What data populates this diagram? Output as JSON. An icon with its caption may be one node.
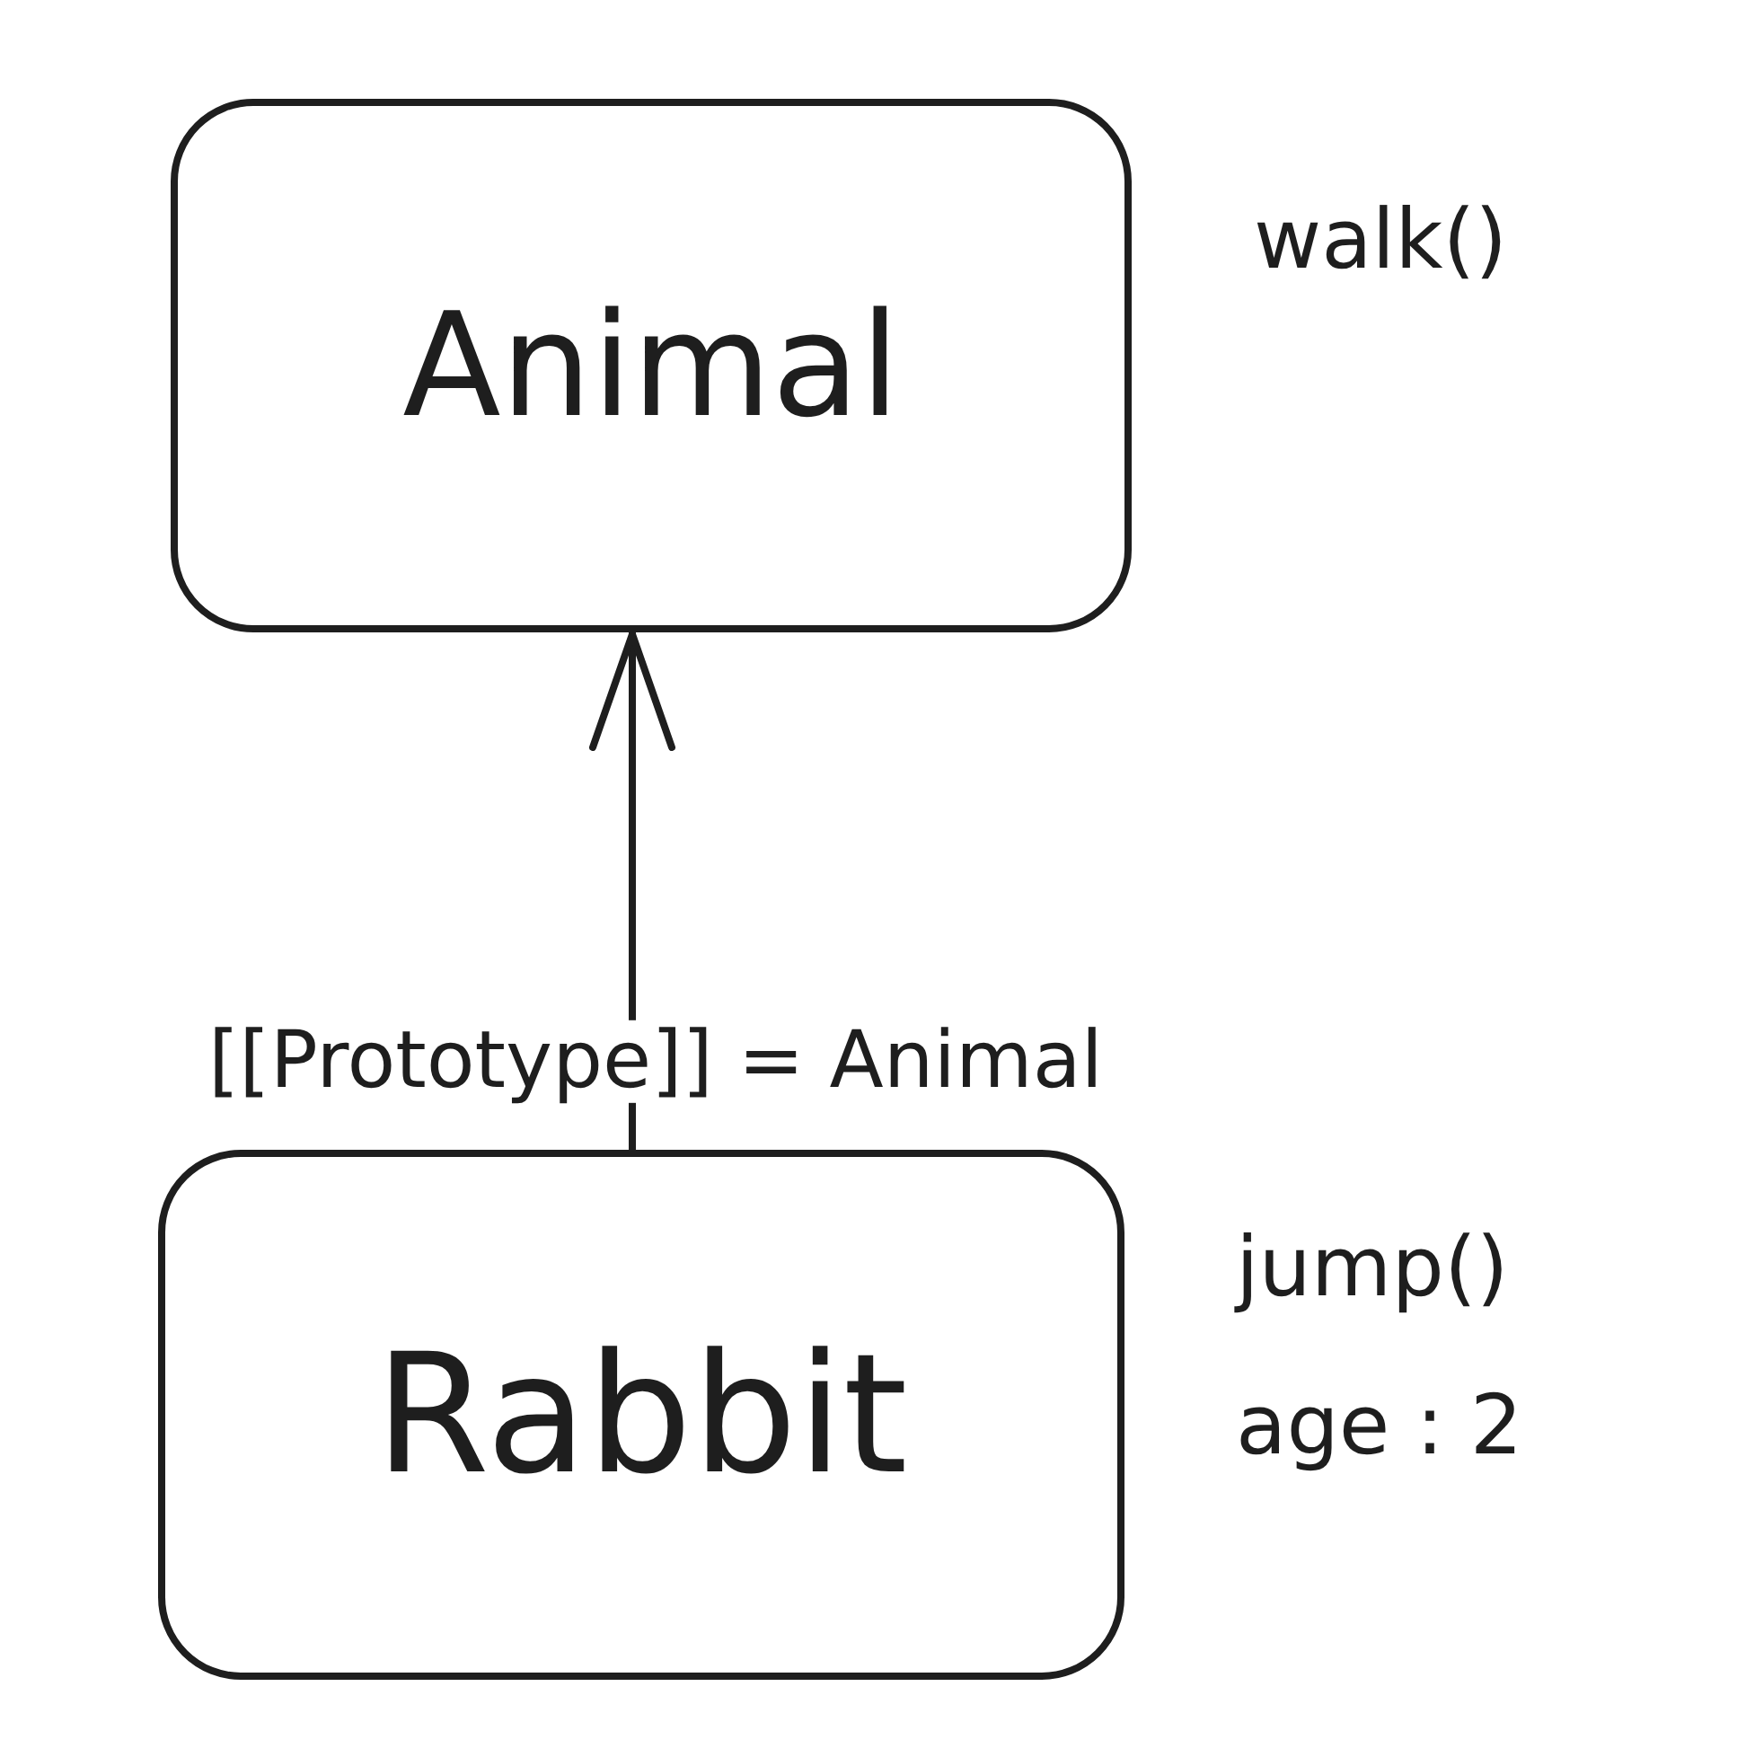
{
  "diagram": {
    "nodes": [
      {
        "text": [
          "Animal"
        ],
        "beside": [
          "walk()"
        ]
      },
      {
        "text": [
          "Rabbit"
        ],
        "beside": [
          "jump()",
          "age : 2"
        ]
      }
    ],
    "edges": [
      {
        "from": 1,
        "to": 0,
        "arrow": "to",
        "label": "[[Prototype]] = Animal"
      }
    ]
  }
}
